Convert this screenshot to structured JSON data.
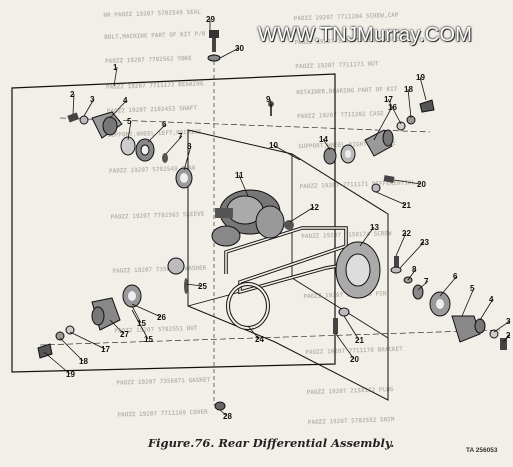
{
  "watermark": "WWW.TNJMurray.COM",
  "caption": "Figure.76. Rear Differential Assembly.",
  "figure_ref": "TA 256053",
  "bleed_lines": [
    "NR PAOZZ 19207 5702549 SEAL",
    "PAOZZ 19207 7711204 SCREW,CAP",
    "BOLT,MACHINE PART OF KIT P/N",
    "PAOZZ 19207 5702550 SEAL ASSEM",
    "PAOZZ 19207 7702562 YOKE",
    "PAOZZ 19207 7711173 NUT",
    "PAOZZ 19207 7711172 BEARING",
    "RETAINER,BEARING PART OF KIT",
    "PAOZZ 19207 2102453 SHAFT",
    "PAOZZ 19207 7711202 CASE",
    "SUPPORT,WHEEL LEFT,MACHINE",
    "SUPPORT,WHEEL RIGHT,MACHINE",
    "PAOZZ 19207 5702549 GEAR",
    "PAOZZ 19207 7711171 DIFFERENTIAL",
    "PAOZZ 19207 7702563 SLEEVE",
    "PAOZZ 19207 2158174 SCREW",
    "PAOZZ 19207 7356071 WASHER",
    "PAOZZ 19207 2158173 PIN",
    "PAOZZ 19207 5702551 NUT",
    "PAOZZ 19207 7711170 BRACKET",
    "PAOZZ 19207 7356071 GASKET",
    "PAOZZ 19207 2158172 PLUG",
    "PAOZZ 19207 7711169 COVER",
    "PAOZZ 19207 5702552 SHIM"
  ],
  "callouts": [
    "1",
    "2",
    "3",
    "4",
    "5",
    "6",
    "7",
    "8",
    "9",
    "10",
    "11",
    "12",
    "13",
    "14",
    "15",
    "16",
    "17",
    "18",
    "19",
    "20",
    "21",
    "22",
    "23",
    "24",
    "25",
    "26",
    "27",
    "28",
    "29",
    "30"
  ]
}
